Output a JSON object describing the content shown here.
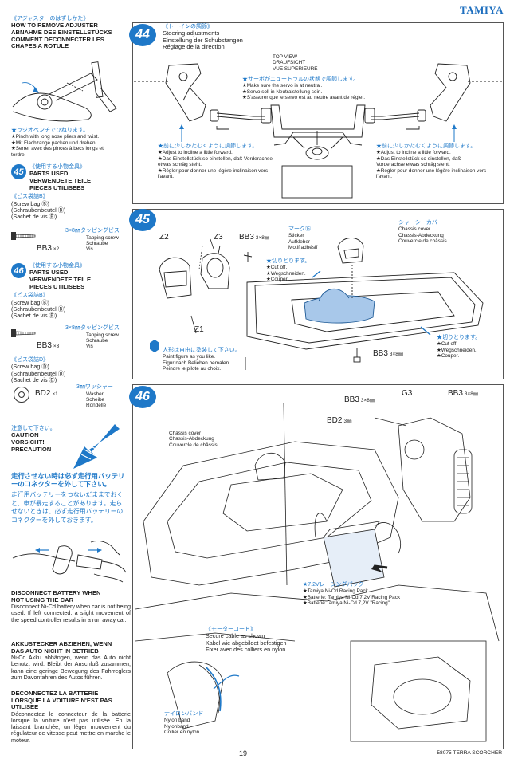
{
  "header": {
    "brand": "TAMIYA"
  },
  "left": {
    "adjuster": {
      "jp": "《アジャスターのはずしかた》",
      "en": "HOW TO REMOVE ADJUSTER",
      "de": "ABNAHME DES EINSTELLSTÜCKS",
      "fr": "COMMENT DECONNECTER LES CHAPES A ROTULE",
      "tip_jp": "★ラジオペンチでひねります。",
      "tip_en": "★Pinch with long nose pliers and twist.",
      "tip_de": "★Mit Flachzange packen und drehen.",
      "tip_fr": "★Serrer avec des pinces à becs longs et tordre."
    },
    "parts45": {
      "step": "45",
      "jp": "《使用する小物金具》",
      "en": "PARTS USED",
      "de": "VERWENDETE TEILE",
      "fr": "PIECES UTILISEES",
      "bag_jp": "《ビス袋詰B》",
      "bag_en": "(Screw bag Ⓑ)",
      "bag_de": "(Schraubenbeutel Ⓑ)",
      "bag_fr": "(Sachet de vis Ⓑ)",
      "screw_jp": "3×8㎜タッピングビス",
      "screw_en": "Tapping screw",
      "screw_de": "Schraube",
      "screw_fr": "Vis",
      "part": "BB3",
      "qty": "×2"
    },
    "parts46": {
      "step": "46",
      "jp": "《使用する小物金具》",
      "en": "PARTS USED",
      "de": "VERWENDETE TEILE",
      "fr": "PIECES UTILISEES",
      "bag_jp": "《ビス袋詰B》",
      "bag_en": "(Screw bag Ⓑ)",
      "bag_de": "(Schraubenbeutel Ⓑ)",
      "bag_fr": "(Sachet de vis Ⓑ)",
      "screw_jp": "3×8㎜タッピングビス",
      "screw_en": "Tapping screw",
      "screw_de": "Schraube",
      "screw_fr": "Vis",
      "part": "BB3",
      "qty": "×3",
      "bag2_jp": "《ビス袋詰D》",
      "bag2_en": "(Screw bag Ⓓ)",
      "bag2_de": "(Schraubenbeutel Ⓓ)",
      "bag2_fr": "(Sachet de vis Ⓓ)",
      "washer_jp": "3㎜ワッシャー",
      "washer_en": "Washer",
      "washer_de": "Scheibe",
      "washer_fr": "Rondelle",
      "washer_part": "BD2",
      "washer_qty": "×1"
    },
    "caution": {
      "jp": "注意して下さい。",
      "en": "CAUTION",
      "de": "VORSICHT!",
      "fr": "PRECAUTION"
    },
    "disconnect_jp_bold": "走行させない時は必ず走行用バッテリーのコネクターを外して下さい。",
    "disconnect_jp": "走行用バッテリーをつないだままでおくと、車が暴走することがあります。走らせないときは、必ず走行用バッテリーのコネクターを外しておきます。",
    "disconnect": {
      "en_title": "DISCONNECT BATTERY WHEN NOT USING THE CAR",
      "en_text": "Disconnect Ni-Cd battery when car is not being used. If left connected, a slight movement of the speed controller results in a run away car.",
      "de_title": "AKKUSTECKER ABZIEHEN, WENN DAS AUTO NICHT IN BETRIEB",
      "de_text": "Ni-Cd Akku abhängen, wenn das Auto nicht benutzt wird. Bleibt der Anschluß zusammen, kann eine geringe Bewegung des Fahrreglers zum Davonfahren des Autos führen.",
      "fr_title": "DECONNECTEZ LA BATTERIE LORSQUE LA VOITURE N'EST PAS UTILISEE",
      "fr_text": "Déconnectez le connecteur de la batterie lorsque la voiture n'est pas utilisée. En la laissant branchée, un léger mouvement du régulateur de vitesse peut mettre en marche le moteur."
    }
  },
  "step44": {
    "step": "44",
    "jp": "《トーインの調節》",
    "en": "Steering adjustments",
    "de": "Einstellung der Schubstangen",
    "fr": "Réglage de la direction",
    "view_en": "TOP VIEW",
    "view_de": "DRAUFSICHT",
    "view_fr": "VUE SUPERIEURE",
    "servo_jp": "★サーボがニュートラルの状態で調節します。",
    "servo_en": "★Make sure the servo is at neutral.",
    "servo_de": "★Servo soll in Neutralstellung sein.",
    "servo_fr": "★S'assurer que le servo est au neutre avant de régler.",
    "left_jp": "★前に少しかたむくように調節します。",
    "left_en": "★Adjust to incline a little forward.",
    "left_de": "★Das Einstellstück so einstellen, daß Vorderachse etwas schräg steht.",
    "left_fr": "★Régler pour donner une légère inclinaison vers l'avant.",
    "right_jp": "★前に少しかたむくように調節します。",
    "right_en": "★Adjust to incline a little forward.",
    "right_de": "★Das Einstellstück so einstellen, daß Vorderachse etwas schräg steht.",
    "right_fr": "★Régler pour donner une légère inclinaison vers l'avant."
  },
  "step45": {
    "step": "45",
    "z2": "Z2",
    "z3": "Z3",
    "z1": "Z1",
    "bb3_top": "BB3",
    "bb3_top_size": "3×8㎜",
    "mark_jp": "マーク⑮",
    "mark_en": "Sticker",
    "mark_de": "Aufkleber",
    "mark_fr": "Motif adhésif",
    "cut_jp": "★切りとります。",
    "cut_en": "★Cut off.",
    "cut_de": "★Wegschneiden.",
    "cut_fr": "★Couper.",
    "cover_jp": "シャーシーカバー",
    "cover_en": "Chassis cover",
    "cover_de": "Chassis-Abdeckung",
    "cover_fr": "Couvercle de châssis",
    "cut2_jp": "★切りとります。",
    "cut2_en": "★Cut off.",
    "cut2_de": "★Wegschneiden.",
    "cut2_fr": "★Couper.",
    "paint_jp": "人形は自由に塗装して下さい。",
    "paint_en": "Paint figure as you like.",
    "paint_de": "Figur nach Belieben bemalen.",
    "paint_fr": "Peindre le pilote au choix.",
    "bb3_bot": "BB3",
    "bb3_bot_size": "3×8㎜"
  },
  "step46": {
    "step": "46",
    "bb3_a": "BB3",
    "bb3_a_size": "3×8㎜",
    "g3": "G3",
    "bb3_b": "BB3",
    "bb3_b_size": "3×8㎜",
    "bd2": "BD2",
    "bd2_size": "3㎜",
    "cover_en": "Chassis cover",
    "cover_de": "Chassis-Abdeckung",
    "cover_fr": "Couvercle de châssis",
    "pack_jp": "★7.2Vレーシングパック",
    "pack_en": "★Tamiya Ni-Cd Racing Pack",
    "pack_de": "★Batterie: Tamiya Ni-Cd 7,2V Racing Pack",
    "pack_fr": "★Batterie Tamiya Ni-Cd 7,2V \"Racing\"",
    "motor_jp": "《モーターコード》",
    "motor_en": "Secure cable as shown",
    "motor_de": "Kabel wie abgebildet befestigen",
    "motor_fr": "Fixer avec des colliers en nylon",
    "band_jp": "ナイロンバンド",
    "band_en": "Nylon band",
    "band_de": "Nylonband",
    "band_fr": "Collier en nylon"
  },
  "footer": {
    "page": "19",
    "code": "58075 TERRA SCORCHER"
  }
}
